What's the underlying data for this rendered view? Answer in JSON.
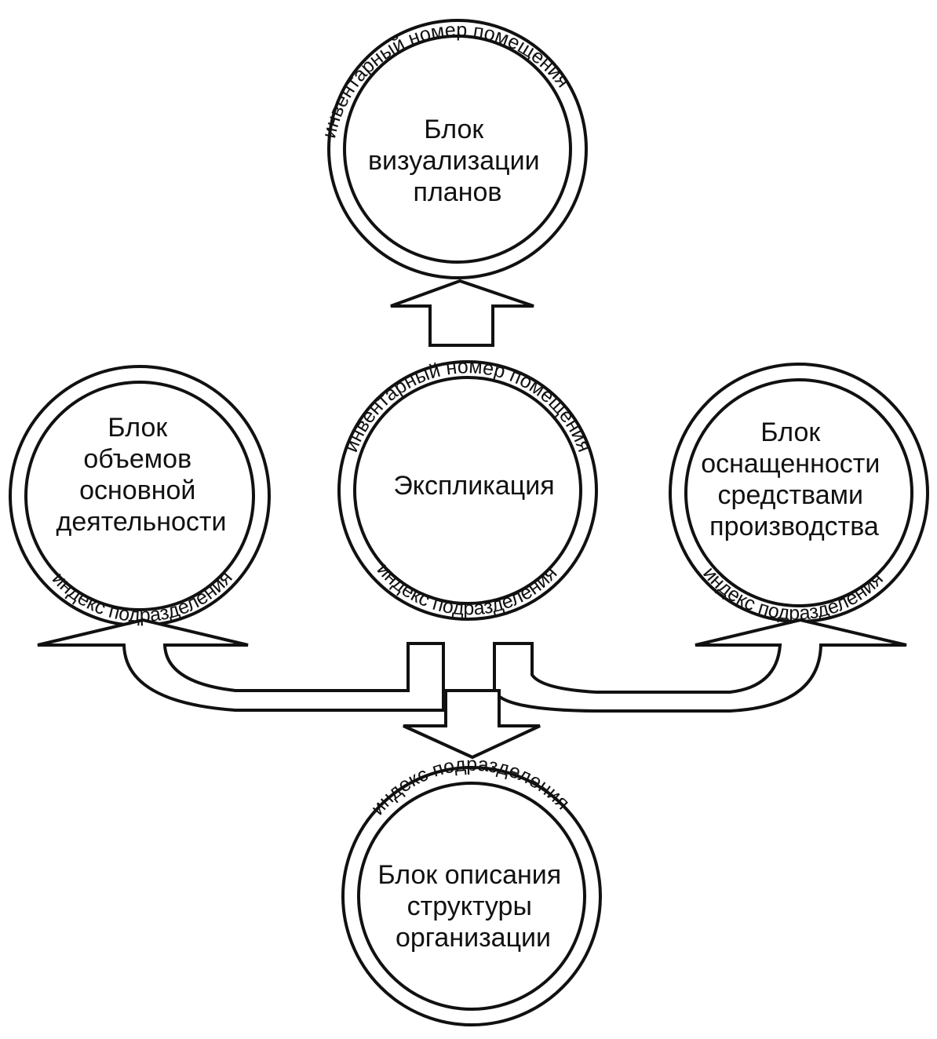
{
  "blocks": {
    "visualization": {
      "lines": [
        "Блок",
        "визуализации",
        "планов"
      ],
      "ring_label": "инвентарный номер помещения"
    },
    "explication": {
      "lines": [
        "Экспликация"
      ],
      "ring_label_top": "инвентарный номер помещения",
      "ring_label_bottom": "индекс подразделения"
    },
    "volumes": {
      "lines": [
        "Блок",
        "объемов",
        "основной",
        "деятельности"
      ],
      "ring_label": "индекс подразделения"
    },
    "equipment": {
      "lines": [
        "Блок",
        "оснащенности",
        "средствами",
        "производства"
      ],
      "ring_label": "индекс подразделения"
    },
    "structure": {
      "lines": [
        "Блок описания",
        "структуры",
        "организации"
      ],
      "ring_label": "индекс подразделения"
    }
  }
}
